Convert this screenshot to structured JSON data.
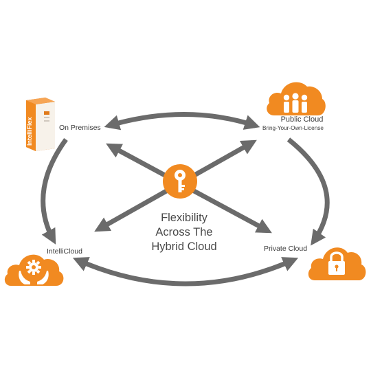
{
  "nodes": {
    "on_premises": {
      "label": "On Premises",
      "icon": "intelliflex-server-box-icon",
      "box_text": "IntelliFlex"
    },
    "public_cloud": {
      "label": "Public Cloud",
      "sublabel": "Bring-Your-Own-License",
      "icon": "cloud-people-icon"
    },
    "intellicloud": {
      "label": "IntelliCloud",
      "icon": "cloud-gear-hands-icon"
    },
    "private_cloud": {
      "label": "Private Cloud",
      "icon": "cloud-padlock-icon"
    }
  },
  "center": {
    "icon": "key-icon",
    "lines": [
      "Flexibility",
      "Across The",
      "Hybrid Cloud"
    ]
  },
  "colors": {
    "accent": "#F18A21",
    "arrow": "#6B6B6B",
    "text": "#3A3A3A"
  }
}
